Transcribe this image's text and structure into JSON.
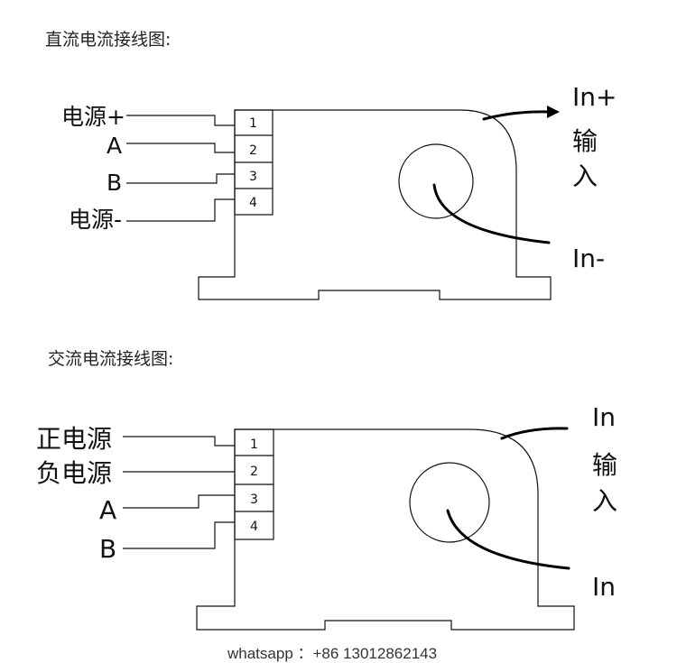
{
  "dc": {
    "title": "直流电流接线图:",
    "labels": {
      "power_plus": "电源+",
      "a": "A",
      "b": "B",
      "power_minus": "电源-"
    },
    "pins": [
      "1",
      "2",
      "3",
      "4"
    ],
    "in_plus": "In+",
    "in_minus": "In-",
    "input_1": "输",
    "input_2": "入"
  },
  "ac": {
    "title": "交流电流接线图:",
    "labels": {
      "pos_power": "正电源",
      "neg_power": "负电源",
      "a": "A",
      "b": "B"
    },
    "pins": [
      "1",
      "2",
      "3",
      "4"
    ],
    "in_top": "In",
    "in_bottom": "In",
    "input_1": "输",
    "input_2": "入"
  },
  "footer": {
    "contact": "whatsapp ：+86 13012862143"
  }
}
